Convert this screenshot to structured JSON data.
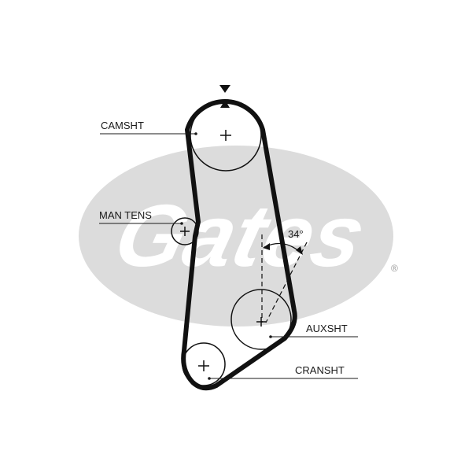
{
  "diagram": {
    "brand": "Gates",
    "registered_mark": "®",
    "labels": {
      "camshaft": "CAMSHT",
      "tensioner": "MAN TENS",
      "auxiliary": "AUXSHT",
      "crankshaft": "CRANSHT"
    },
    "angle_label": "34°"
  },
  "colors": {
    "belt": "#111111",
    "logo_gray": "#dcdcdc",
    "line": "#1a1a1a"
  }
}
